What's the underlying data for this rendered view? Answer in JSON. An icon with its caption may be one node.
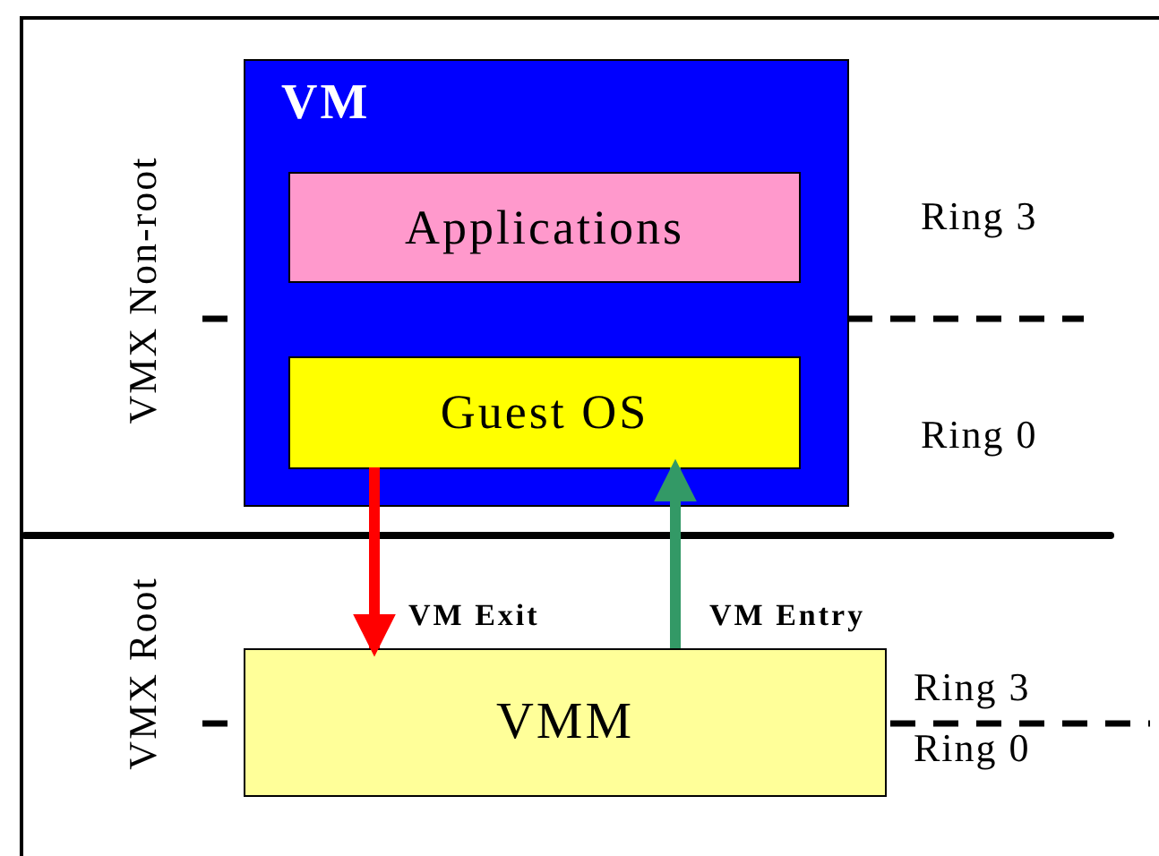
{
  "diagram": {
    "nodes": [
      {
        "text": [
          "VM"
        ]
      },
      {
        "text": [
          "Applications"
        ],
        "in": 0
      },
      {
        "text": [
          "Guest OS"
        ],
        "in": 0
      },
      {
        "text": [
          "VMM"
        ]
      }
    ],
    "edges": [
      {
        "from": 2,
        "to": 3,
        "arrow": "to",
        "label": "VM Exit",
        "color": "#ff0000"
      },
      {
        "from": 3,
        "to": 2,
        "arrow": "to",
        "label": "VM Entry",
        "color": "#339966"
      }
    ],
    "labels": [
      "VMX Non-root",
      "Ring 3",
      "Ring 0",
      "VMX Root",
      "Ring 3",
      "Ring 0"
    ]
  }
}
